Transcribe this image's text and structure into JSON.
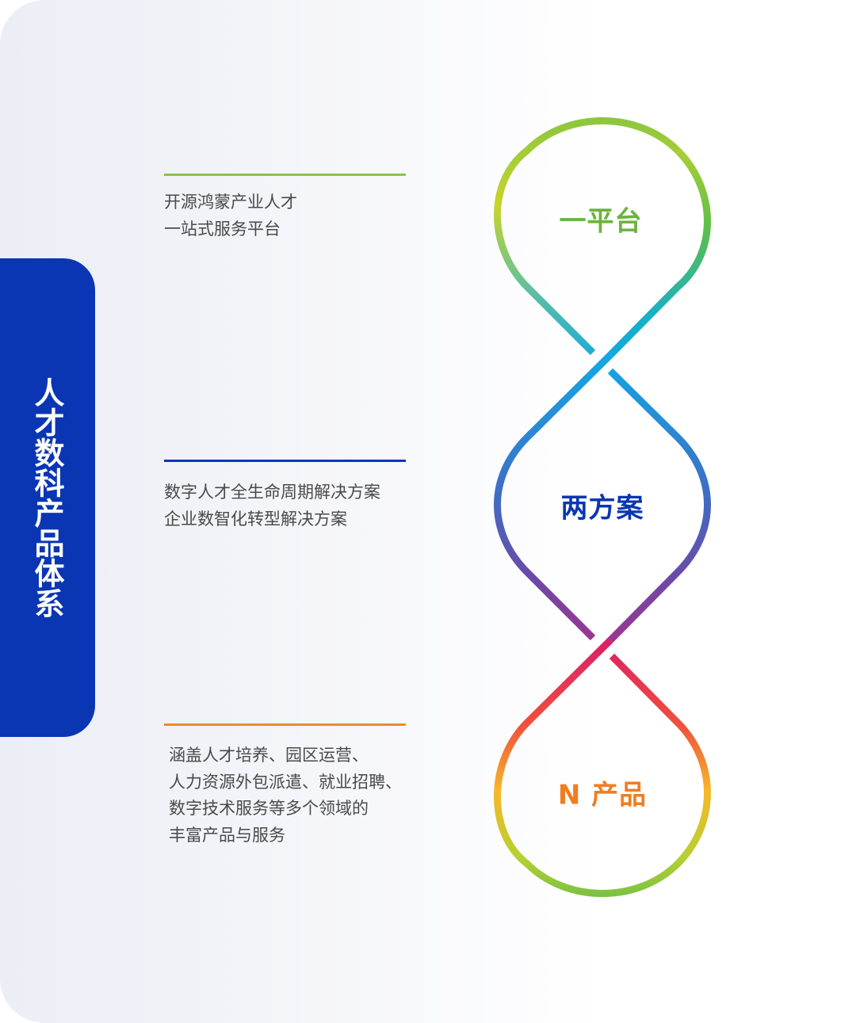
{
  "sidebar": {
    "title": "人才数科产品体系",
    "color": "#0a36b4"
  },
  "sections": [
    {
      "label": "一平台",
      "label_color": "#6cb33f",
      "rule_color": "#8bc34a",
      "lines": [
        "开源鸿蒙产业人才",
        "一站式服务平台"
      ]
    },
    {
      "label": "两方案",
      "label_color": "#0a36b4",
      "rule_color": "#0a36b4",
      "lines": [
        "数字人才全生命周期解决方案",
        "企业数智化转型解决方案"
      ]
    },
    {
      "label": "N 产品",
      "label_color": "#ef7d22",
      "rule_color": "#ef8a2b",
      "lines": [
        "涵盖人才培养、园区运营、",
        "人力资源外包派遣、就业招聘、",
        "数字技术服务等多个领域的",
        "丰富产品与服务"
      ]
    }
  ]
}
